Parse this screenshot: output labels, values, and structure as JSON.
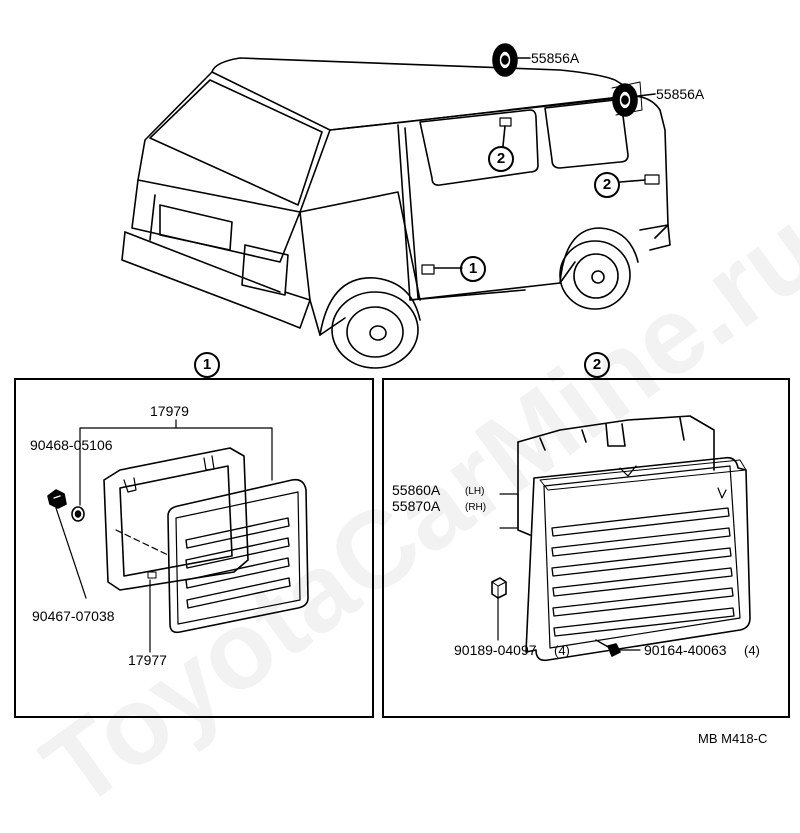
{
  "diagram": {
    "watermark": "ToyotaCarMine.ru",
    "callouts": {
      "vent_upper": "55856A",
      "vent_lower": "55856A",
      "side_vent_1": "1",
      "side_vent_2a": "2",
      "side_vent_2b": "2"
    },
    "panel1": {
      "index": "1",
      "parts": {
        "grille_set": "17979",
        "clip": "90468-05106",
        "screw": "90467-07038",
        "gasket": "17977"
      }
    },
    "panel2": {
      "index": "2",
      "parts": {
        "louver_lh": "55860A",
        "louver_lh_side": "(LH)",
        "louver_rh": "55870A",
        "louver_rh_side": "(RH)",
        "nut": "90189-04097",
        "nut_qty": "(4)",
        "bolt": "90164-40063",
        "bolt_qty": "(4)"
      }
    },
    "ref_code": "MB  M418-C"
  }
}
